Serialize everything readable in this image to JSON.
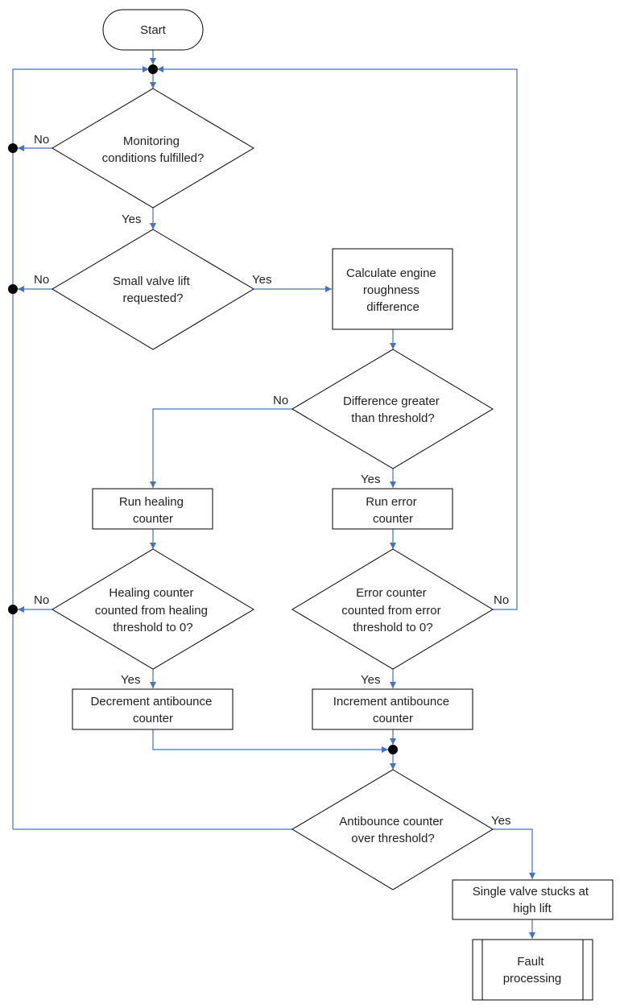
{
  "colors": {
    "connector": "#4472c4",
    "shape_stroke": "#000000",
    "dot": "#000000"
  },
  "nodes": {
    "start": [
      "Start"
    ],
    "monitoring": [
      "Monitoring",
      "conditions fulfilled?"
    ],
    "small_lift": [
      "Small valve lift",
      "requested?"
    ],
    "calc_roughness": [
      "Calculate engine",
      "roughness",
      "difference"
    ],
    "diff_threshold": [
      "Difference greater",
      "than threshold?"
    ],
    "run_healing": [
      "Run healing",
      "counter"
    ],
    "run_error": [
      "Run error",
      "counter"
    ],
    "healing_zero": [
      "Healing counter",
      "counted from healing",
      "threshold to 0?"
    ],
    "error_zero": [
      "Error counter",
      "counted from error",
      "threshold to 0?"
    ],
    "decrement": [
      "Decrement antibounce",
      "counter"
    ],
    "increment": [
      "Increment antibounce",
      "counter"
    ],
    "antibounce_over": [
      "Antibounce counter",
      "over threshold?"
    ],
    "single_valve": [
      "Single valve stucks at",
      "high lift"
    ],
    "fault": [
      "Fault",
      "processing"
    ]
  },
  "edge_labels": {
    "monitoring_no": "No",
    "monitoring_yes": "Yes",
    "small_lift_no": "No",
    "small_lift_yes": "Yes",
    "diff_no": "No",
    "diff_yes": "Yes",
    "healing_no": "No",
    "healing_yes": "Yes",
    "error_no": "No",
    "error_yes": "Yes",
    "antibounce_yes": "Yes"
  }
}
